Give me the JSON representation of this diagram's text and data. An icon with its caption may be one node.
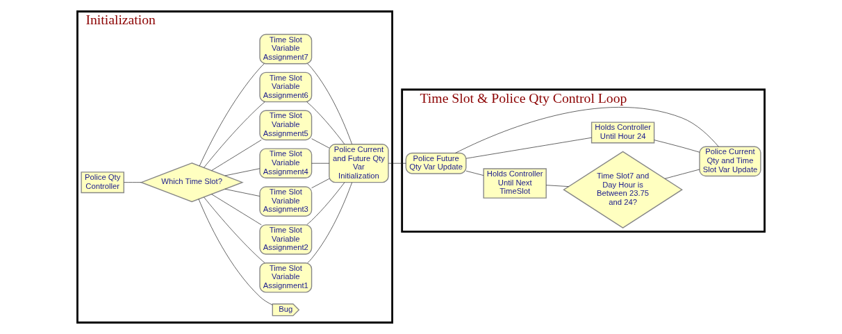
{
  "diagram": {
    "nodes": [
      {
        "text": [
          "Initialization"
        ]
      },
      {
        "text": [
          "Police Qty Controller"
        ],
        "in": 0
      },
      {
        "text": [
          "Which Time Slot?"
        ],
        "in": 0
      },
      {
        "text": [
          "Bug"
        ],
        "in": 0
      },
      {
        "text": [
          "Time Slot Variable Assignment1"
        ],
        "in": 0
      },
      {
        "text": [
          "Time Slot Variable Assignment2"
        ],
        "in": 0
      },
      {
        "text": [
          "Time Slot Variable Assignment3"
        ],
        "in": 0
      },
      {
        "text": [
          "Time Slot Variable Assignment4"
        ],
        "in": 0
      },
      {
        "text": [
          "Time Slot Variable Assignment5"
        ],
        "in": 0
      },
      {
        "text": [
          "Time Slot Variable Assignment6"
        ],
        "in": 0
      },
      {
        "text": [
          "Time Slot Variable Assignment7"
        ],
        "in": 0
      },
      {
        "text": [
          "Police Current and Future Qty Var Initialization"
        ],
        "in": 0
      },
      {
        "text": [
          "Time Slot & Police Qty Control Loop"
        ]
      },
      {
        "text": [
          "Police Future Qty Var Update"
        ],
        "in": 12
      },
      {
        "text": [
          "Holds Controller Until Next TimeSlot"
        ],
        "in": 12
      },
      {
        "text": [
          "Holds Controller Until Hour 24"
        ],
        "in": 12
      },
      {
        "text": [
          "Time Slot7 and Day Hour is Between 23.75 and 24?"
        ],
        "in": 12
      },
      {
        "text": [
          "Police Current Qty and Time Slot Var Update"
        ],
        "in": 12
      }
    ],
    "edges": [
      {
        "from": 1,
        "to": 2,
        "arrow": "none"
      },
      {
        "from": 2,
        "to": 3,
        "arrow": "none"
      },
      {
        "from": 2,
        "to": 4,
        "arrow": "none"
      },
      {
        "from": 2,
        "to": 5,
        "arrow": "none"
      },
      {
        "from": 2,
        "to": 6,
        "arrow": "none"
      },
      {
        "from": 2,
        "to": 7,
        "arrow": "none"
      },
      {
        "from": 2,
        "to": 8,
        "arrow": "none"
      },
      {
        "from": 2,
        "to": 9,
        "arrow": "none"
      },
      {
        "from": 2,
        "to": 10,
        "arrow": "none"
      },
      {
        "from": 4,
        "to": 11,
        "arrow": "none"
      },
      {
        "from": 5,
        "to": 11,
        "arrow": "none"
      },
      {
        "from": 6,
        "to": 11,
        "arrow": "none"
      },
      {
        "from": 7,
        "to": 11,
        "arrow": "none"
      },
      {
        "from": 8,
        "to": 11,
        "arrow": "none"
      },
      {
        "from": 9,
        "to": 11,
        "arrow": "none"
      },
      {
        "from": 10,
        "to": 11,
        "arrow": "none"
      },
      {
        "from": 11,
        "to": 13,
        "arrow": "none"
      },
      {
        "from": 13,
        "to": 14,
        "arrow": "none"
      },
      {
        "from": 13,
        "to": 15,
        "arrow": "none"
      },
      {
        "from": 14,
        "to": 16,
        "arrow": "none"
      },
      {
        "from": 16,
        "to": 17,
        "arrow": "none"
      },
      {
        "from": 15,
        "to": 17,
        "arrow": "none"
      },
      {
        "from": 17,
        "to": 13,
        "arrow": "none"
      }
    ]
  }
}
